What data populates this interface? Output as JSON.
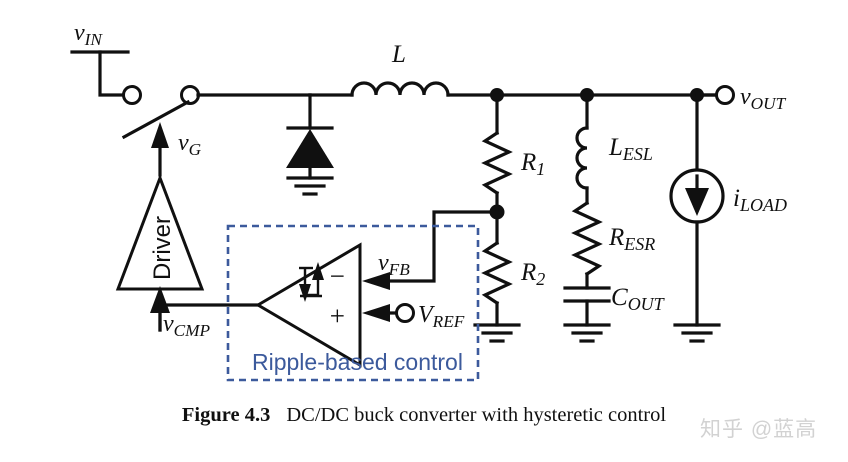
{
  "figure": {
    "caption_number": "Figure 4.3",
    "caption_text": "DC/DC buck converter with hysteretic control",
    "watermark": "知乎 @蓝高",
    "accent_color": "#3c5a9c",
    "line_color": "#101010",
    "background_color": "#ffffff"
  },
  "labels": {
    "v_in_base": "v",
    "v_in_sub": "IN",
    "v_g_base": "v",
    "v_g_sub": "G",
    "v_cmp_base": "v",
    "v_cmp_sub": "CMP",
    "v_fb_base": "v",
    "v_fb_sub": "FB",
    "v_ref_base": "V",
    "v_ref_sub": "REF",
    "v_out_base": "v",
    "v_out_sub": "OUT",
    "i_load_base": "i",
    "i_load_sub": "LOAD",
    "inductor_l": "L",
    "r1_base": "R",
    "r1_sub": "1",
    "r2_base": "R",
    "r2_sub": "2",
    "lesl_base": "L",
    "lesl_sub": "ESL",
    "resr_base": "R",
    "resr_sub": "ESR",
    "cout_base": "C",
    "cout_sub": "OUT",
    "driver_block": "Driver",
    "control_block": "Ripple-based control",
    "comparator_minus": "−",
    "comparator_plus": "+"
  },
  "components": [
    {
      "name": "input-terminal",
      "type": "terminal",
      "label": "v_IN"
    },
    {
      "name": "power-switch",
      "type": "spst-switch",
      "control": "v_G"
    },
    {
      "name": "freewheel-diode",
      "type": "diode",
      "orientation": "cathode-up"
    },
    {
      "name": "power-inductor",
      "type": "inductor",
      "label": "L"
    },
    {
      "name": "feedback-resistor-r1",
      "type": "resistor",
      "label": "R1"
    },
    {
      "name": "feedback-resistor-r2",
      "type": "resistor",
      "label": "R2"
    },
    {
      "name": "output-cap-esl",
      "type": "inductor",
      "label": "L_ESL"
    },
    {
      "name": "output-cap-esr",
      "type": "resistor",
      "label": "R_ESR"
    },
    {
      "name": "output-capacitor",
      "type": "capacitor",
      "label": "C_OUT"
    },
    {
      "name": "load-current-source",
      "type": "current-source",
      "label": "i_LOAD"
    },
    {
      "name": "gate-driver",
      "type": "buffer-triangle",
      "label": "Driver"
    },
    {
      "name": "hysteretic-comparator",
      "type": "comparator",
      "hysteresis": true
    },
    {
      "name": "reference-terminal",
      "type": "terminal",
      "label": "V_REF"
    },
    {
      "name": "output-terminal",
      "type": "terminal",
      "label": "v_OUT"
    }
  ]
}
